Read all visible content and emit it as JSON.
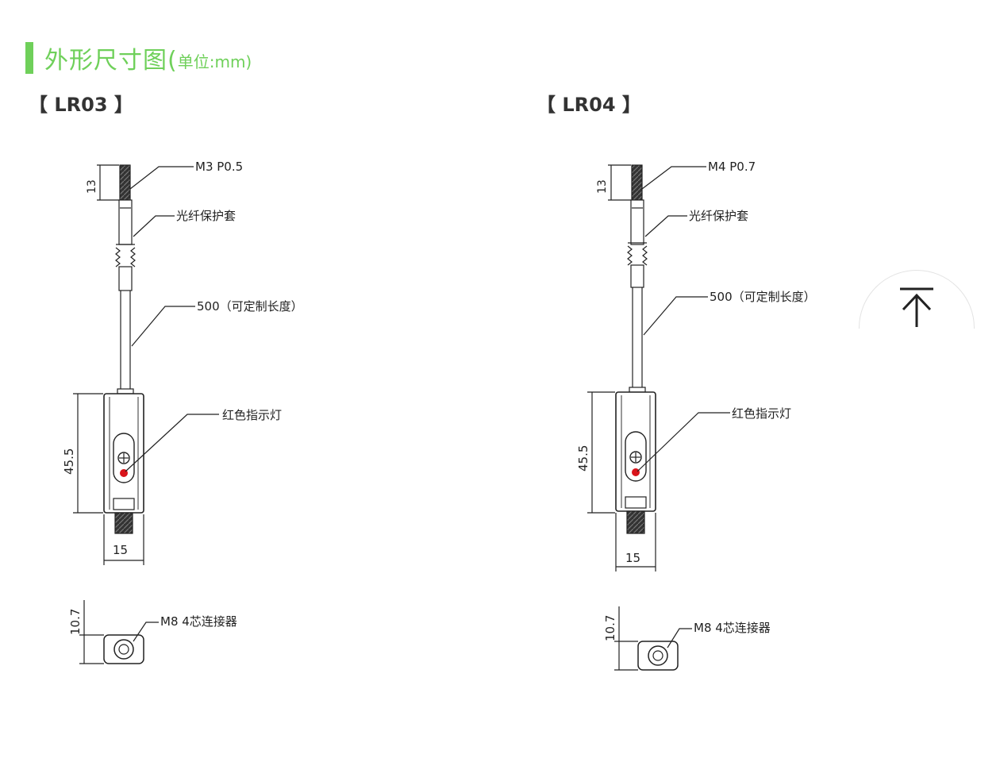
{
  "header": {
    "title": "外形尺寸图(",
    "unit": "单位:mm)",
    "accent_color": "#6fd05a"
  },
  "models": [
    {
      "label": "【 LR03 】",
      "thread": "M3  P0.5",
      "sleeve": "光纤保护套",
      "cable": "500（可定制长度）",
      "indicator": "红色指示灯",
      "connector": "M8   4芯连接器",
      "dim_thread": "13",
      "dim_body_height": "45.5",
      "dim_body_width": "15",
      "dim_connector": "10.7"
    },
    {
      "label": "【 LR04 】",
      "thread": "M4 P0.7",
      "sleeve": "光纤保护套",
      "cable": "500（可定制长度）",
      "indicator": "红色指示灯",
      "connector": "M8   4芯连接器",
      "dim_thread": "13",
      "dim_body_height": "45.5",
      "dim_body_width": "15",
      "dim_connector": "10.7"
    }
  ],
  "back_to_top": {
    "icon": "arrow-up-to-top-icon"
  },
  "colors": {
    "indicator_led": "#d9141b",
    "line": "#222222"
  }
}
